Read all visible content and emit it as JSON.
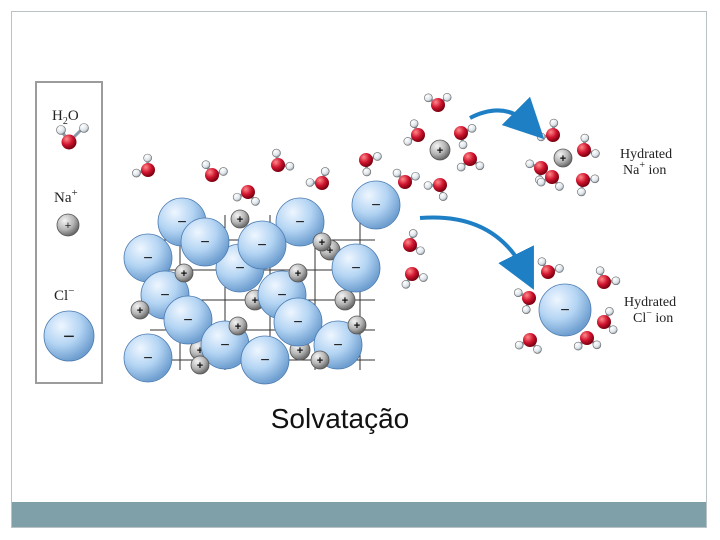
{
  "legend": {
    "water_label": "H2O",
    "water_sub": "2",
    "sodium_label": "Na",
    "sodium_charge": "+",
    "chloride_label": "Cl",
    "chloride_charge": "−"
  },
  "labels": {
    "hydrated_na_line1": "Hydrated",
    "hydrated_na_line2": "Na",
    "hydrated_na_charge": "+",
    "hydrated_na_line2_rest": " ion",
    "hydrated_cl_line1": "Hydrated",
    "hydrated_cl_line2": "Cl",
    "hydrated_cl_charge": "−",
    "hydrated_cl_line2_rest": " ion"
  },
  "ion_signs": {
    "plus": "+",
    "minus": "−"
  },
  "caption": "Solvatação",
  "colors": {
    "chloride": "#a9cdf0",
    "sodium": "#a8a8a8",
    "oxygen": "#c8102e",
    "hydrogen": "#dfe6ee",
    "arrow": "#1f7fc4",
    "footer_bar": "#7fa0a8"
  }
}
